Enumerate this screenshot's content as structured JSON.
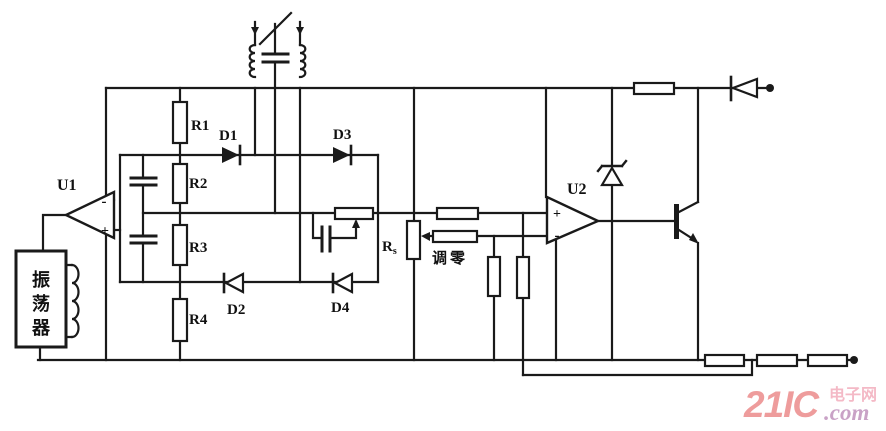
{
  "canvas": {
    "background": "#ffffff",
    "ink": "#1a1a1a"
  },
  "components": {
    "u1": "U1",
    "u2": "U2",
    "r1": "R1",
    "r2": "R2",
    "r3": "R3",
    "r4": "R4",
    "rs_base": "R",
    "rs_sub": "s",
    "d1": "D1",
    "d2": "D2",
    "d3": "D3",
    "d4": "D4",
    "plus": "+",
    "minus": "-",
    "zero_adjust": "调零",
    "oscillator_char1": "振",
    "oscillator_char2": "荡",
    "oscillator_char3": "器"
  },
  "watermark": {
    "brand": "21IC",
    "brand_color": "#ee9c9c",
    "site_cn": "电子网",
    "site_cn_color": "#f4b9c6",
    "suffix": ".com",
    "suffix_color": "#c9a2c6"
  }
}
